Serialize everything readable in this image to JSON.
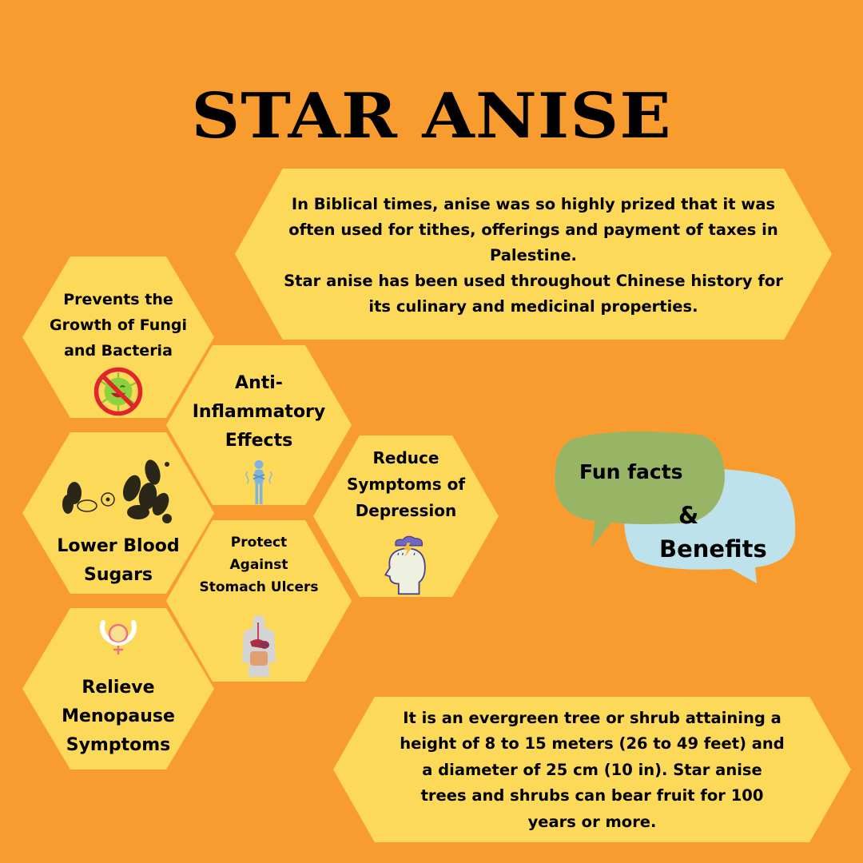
{
  "title": "STAR ANISE",
  "top_fact": {
    "line1": "In Biblical times, anise was so highly prized that it was",
    "line2": "often used for tithes, offerings and payment of taxes in",
    "line3": "Palestine.",
    "line4": "Star anise has been used throughout Chinese history for",
    "line5": "its culinary and medicinal properties."
  },
  "benefits": [
    {
      "lines": [
        "Prevents the",
        "Growth of Fungi",
        "and Bacteria"
      ],
      "icon": "no-bacteria-icon"
    },
    {
      "lines": [
        "Anti-",
        "Inflammatory",
        "Effects"
      ],
      "icon": "shivering-person-icon"
    },
    {
      "lines": [
        "Lower Blood",
        "Sugars"
      ],
      "icon": "blood-cells-icon"
    },
    {
      "lines": [
        "Reduce",
        "Symptoms of",
        "Depression"
      ],
      "icon": "stormy-head-icon"
    },
    {
      "lines": [
        "Protect",
        "Against",
        "Stomach Ulcers"
      ],
      "icon": "digestive-system-icon"
    },
    {
      "lines": [
        "Relieve",
        "Menopause",
        "Symptoms"
      ],
      "icon": "female-clock-icon"
    }
  ],
  "bubbles": {
    "fun_facts": "Fun facts",
    "ampersand": "&",
    "benefits": "Benefits",
    "colors": {
      "green": "#97B565",
      "blue": "#BDE2EC"
    }
  },
  "bottom_fact": {
    "line1": "It is an evergreen tree or shrub attaining a",
    "line2": "height of 8 to 15 meters (26 to 49 feet) and",
    "line3": "a diameter of 25 cm (10 in). Star anise",
    "line4": "trees and shrubs can bear fruit for 100",
    "line5": "years or more."
  },
  "colors": {
    "background": "#F89C2F",
    "hex": "#FDD95A",
    "text": "#000000"
  }
}
